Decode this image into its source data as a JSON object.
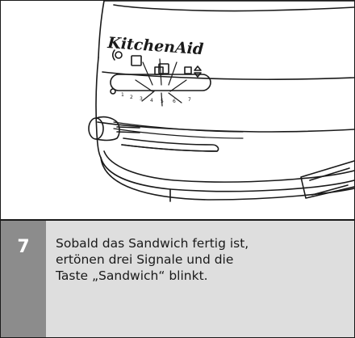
{
  "figure": {
    "brand_logo": "KitchenAid",
    "dial_numbers": [
      "1",
      "2",
      "3",
      "4",
      "5",
      "6",
      "7"
    ],
    "icons": [
      "defrost-icon",
      "bagel-icon",
      "sandwich-icon",
      "lift-and-look-icon"
    ]
  },
  "step": {
    "number": "7",
    "lines": [
      "Sobald das Sandwich fertig ist,",
      "ertönen drei Signale und die",
      "Taste „Sandwich“ blinkt."
    ]
  }
}
